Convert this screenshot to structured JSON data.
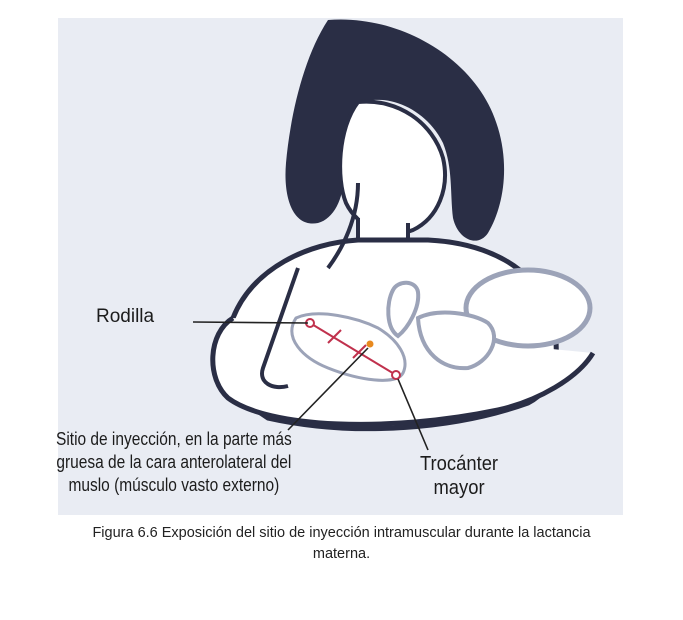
{
  "figure": {
    "labels": {
      "knee": "Rodilla",
      "injection_site": [
        "Sitio de inyección, en la parte más",
        "gruesa de la cara anterolateral del",
        "muslo (músculo vasto externo)"
      ],
      "trochanter": [
        "Trocánter",
        "mayor"
      ]
    },
    "colors": {
      "background": "#e9ecf3",
      "hair": "#2a2e45",
      "outline": "#2a2e45",
      "skin": "#ffffff",
      "thigh_line": "#c0314d",
      "injection_point": "#e8891e"
    }
  },
  "caption": [
    "Figura 6.6 Exposición del sitio de inyección intramuscular durante la lactancia",
    "materna."
  ]
}
